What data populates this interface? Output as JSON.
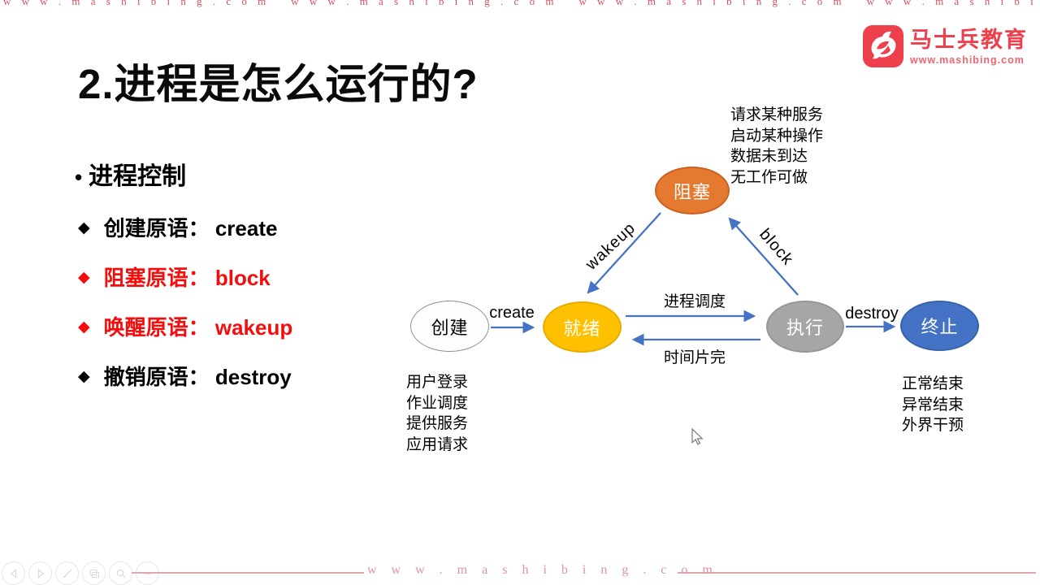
{
  "colors": {
    "brand_red": "#ee3f4d",
    "bullet_red": "#f50d0d",
    "arrow_blue": "#4472C4",
    "node_blocked": "#E5792F",
    "node_ready": "#FFC000",
    "node_running": "#A6A6A6",
    "node_terminated": "#4472C4",
    "watermark_red": "#d2525e",
    "watermark_pink": "#dc96a0"
  },
  "watermarks": {
    "top_repeat": "w w w . m a s h i b i n g . c o m",
    "bottom": "w w w . m a s h i b i n g . c o m"
  },
  "logo": {
    "brand": "马士兵教育",
    "site": "www.mashibing.com"
  },
  "slide": {
    "title": "2.进程是怎么运行的?",
    "section_marker": "•",
    "section": "进程控制",
    "bullets": [
      {
        "marker": "◆",
        "text": "创建原语： create"
      },
      {
        "marker": "◆",
        "text": "阻塞原语： block"
      },
      {
        "marker": "◆",
        "text": "唤醒原语： wakeup"
      },
      {
        "marker": "◆",
        "text": "撤销原语： destroy"
      }
    ]
  },
  "diagram": {
    "nodes": {
      "created": "创建",
      "ready": "就绪",
      "running": "执行",
      "terminated": "终止",
      "blocked": "阻塞"
    },
    "edges": {
      "create": "create",
      "dispatch": "进程调度",
      "timeslice": "时间片完",
      "destroy": "destroy",
      "wakeup": "wakeup",
      "block": "block"
    },
    "blocked_reasons": [
      "请求某种服务",
      "启动某种操作",
      "数据未到达",
      "无工作可做"
    ],
    "created_reasons": [
      "用户登录",
      "作业调度",
      "提供服务",
      "应用请求"
    ],
    "terminated_reasons": [
      "正常结束",
      "异常结束",
      "外界干预"
    ]
  },
  "toolbar": {
    "icons": [
      "previous",
      "next",
      "pen",
      "slides",
      "zoom",
      "more"
    ]
  }
}
